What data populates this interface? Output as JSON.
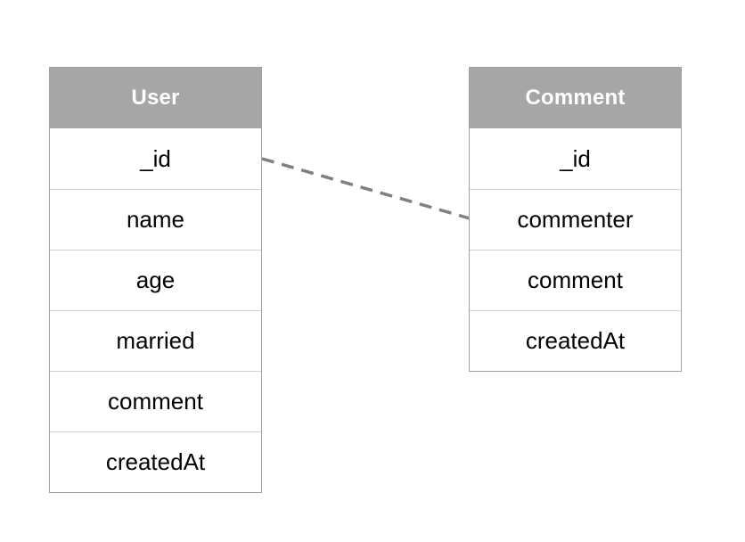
{
  "diagram": {
    "title": "",
    "colors": {
      "header_background": "#a6a6a6",
      "header_text": "#ffffff",
      "row_background": "#ffffff",
      "row_text": "#000000",
      "row_divider": "#d2d2d2",
      "table_border": "#a0a0a0",
      "relation_line": "#808080",
      "canvas_background": "#ffffff"
    },
    "tables": [
      {
        "name": "user",
        "title": "User",
        "fields": [
          {
            "label": "_id"
          },
          {
            "label": "name"
          },
          {
            "label": "age"
          },
          {
            "label": "married"
          },
          {
            "label": "comment"
          },
          {
            "label": "createdAt"
          }
        ]
      },
      {
        "name": "comment",
        "title": "Comment",
        "fields": [
          {
            "label": "_id"
          },
          {
            "label": "commenter"
          },
          {
            "label": "comment"
          },
          {
            "label": "createdAt"
          }
        ]
      }
    ],
    "relations": [
      {
        "name": "user-id-to-comment-commenter",
        "from_table": "User",
        "from_field": "_id",
        "to_table": "Comment",
        "to_field": "commenter",
        "style": "dashed"
      }
    ]
  }
}
